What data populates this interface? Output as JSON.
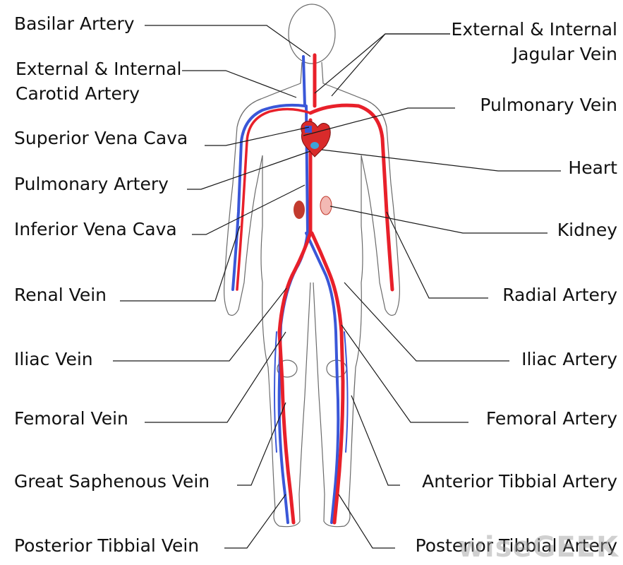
{
  "colors": {
    "artery": "#e8202a",
    "vein": "#3a57d8",
    "outline": "#6b6b6b",
    "leader": "#1a1a1a",
    "heart": "#d92b2b",
    "kidney": "#c23b2e"
  },
  "labels_left": [
    {
      "id": "basilar-artery",
      "lines": [
        "Basilar Artery"
      ]
    },
    {
      "id": "carotid-artery",
      "lines": [
        "External & Internal",
        "Carotid Artery"
      ]
    },
    {
      "id": "superior-vena-cava",
      "lines": [
        "Superior Vena Cava"
      ]
    },
    {
      "id": "pulmonary-artery",
      "lines": [
        "Pulmonary Artery"
      ]
    },
    {
      "id": "inferior-vena-cava",
      "lines": [
        "Inferior Vena Cava"
      ]
    },
    {
      "id": "renal-vein",
      "lines": [
        "Renal Vein"
      ]
    },
    {
      "id": "iliac-vein",
      "lines": [
        "Iliac Vein"
      ]
    },
    {
      "id": "femoral-vein",
      "lines": [
        "Femoral Vein"
      ]
    },
    {
      "id": "great-saphenous-vein",
      "lines": [
        "Great Saphenous Vein"
      ]
    },
    {
      "id": "posterior-tibbial-vein",
      "lines": [
        "Posterior Tibbial Vein"
      ]
    }
  ],
  "labels_right": [
    {
      "id": "jagular-vein",
      "lines": [
        "External & Internal",
        "Jagular Vein"
      ]
    },
    {
      "id": "pulmonary-vein",
      "lines": [
        "Pulmonary  Vein"
      ]
    },
    {
      "id": "heart",
      "lines": [
        "Heart"
      ]
    },
    {
      "id": "kidney",
      "lines": [
        "Kidney"
      ]
    },
    {
      "id": "radial-artery",
      "lines": [
        "Radial Artery"
      ]
    },
    {
      "id": "iliac-artery",
      "lines": [
        "Iliac Artery"
      ]
    },
    {
      "id": "femoral-artery",
      "lines": [
        "Femoral Artery"
      ]
    },
    {
      "id": "anterior-tibbial-artery",
      "lines": [
        "Anterior Tibbial Artery"
      ]
    },
    {
      "id": "posterior-tibbial-artery",
      "lines": [
        "Posterior Tibbial Artery"
      ]
    }
  ],
  "watermark": "wiseGEEK"
}
